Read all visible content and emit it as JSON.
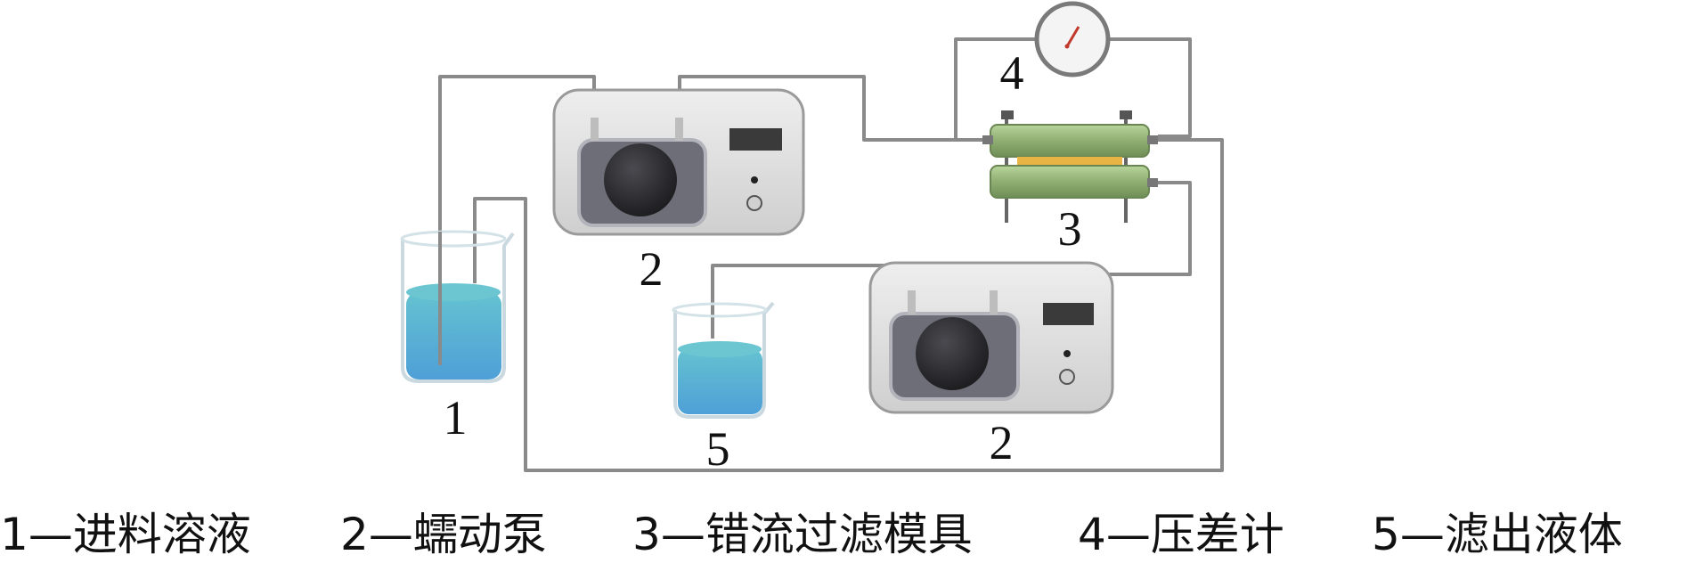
{
  "labels": {
    "feed_beaker": "1",
    "pump_top": "2",
    "pump_bottom": "2",
    "filter_module": "3",
    "pressure_gauge": "4",
    "filtrate_beaker": "5"
  },
  "legend": [
    {
      "number": "1",
      "separator": "—",
      "text": "进料溶液"
    },
    {
      "number": "2",
      "separator": "—",
      "text": "蠕动泵"
    },
    {
      "number": "3",
      "separator": "—",
      "text": "错流过滤模具"
    },
    {
      "number": "4",
      "separator": "—",
      "text": "压差计"
    },
    {
      "number": "5",
      "separator": "—",
      "text": "滤出液体"
    }
  ],
  "colors": {
    "tube": "#8a8a8a",
    "liquid": "#3fa7bf",
    "pump_body": "#e2e2e2",
    "pump_rotor": "#2a2a2d",
    "module": "#97b67a",
    "membrane": "#e8b544",
    "display": "#3a3a3a"
  }
}
